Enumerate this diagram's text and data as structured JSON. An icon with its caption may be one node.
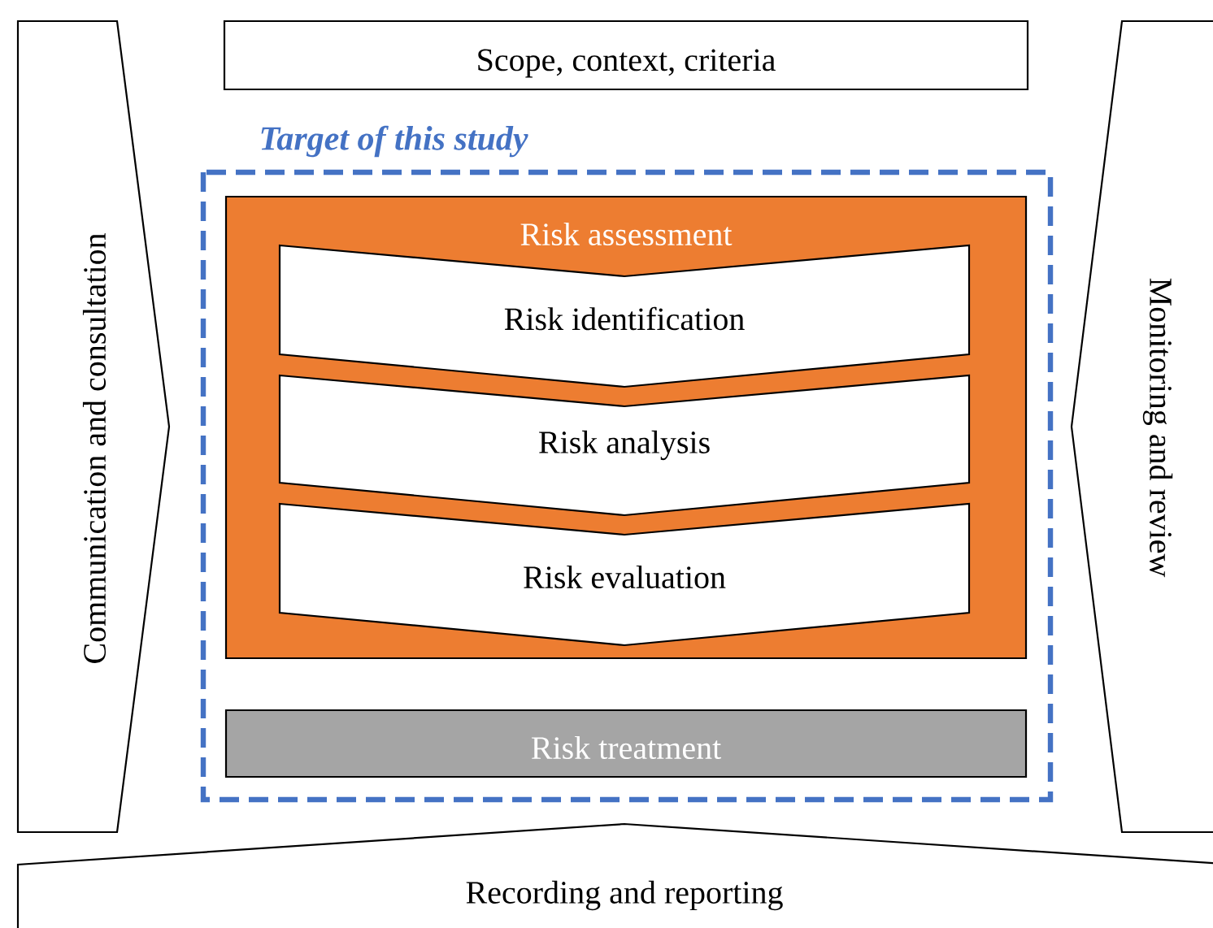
{
  "diagram": {
    "nodes": [
      {
        "text": [
          "Communication and consultation"
        ]
      },
      {
        "text": [
          "Scope, context, criteria"
        ]
      },
      {
        "text": [
          "Monitoring and review"
        ]
      },
      {
        "text": [
          "Target of this study"
        ]
      },
      {
        "text": [
          "Risk assessment"
        ],
        "in": 3
      },
      {
        "text": [
          "Risk identification"
        ],
        "in": 4
      },
      {
        "text": [
          "Risk analysis"
        ],
        "in": 4
      },
      {
        "text": [
          "Risk evaluation"
        ],
        "in": 4
      },
      {
        "text": [
          "Risk treatment"
        ],
        "in": 3
      },
      {
        "text": [
          "Recording and reporting"
        ]
      }
    ]
  }
}
